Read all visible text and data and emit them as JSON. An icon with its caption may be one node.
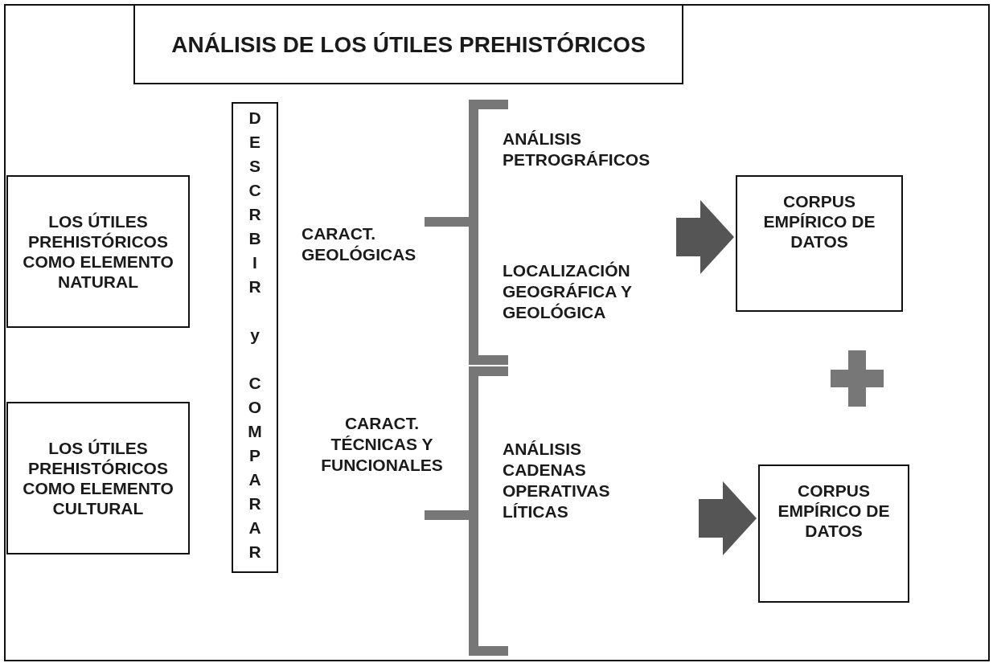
{
  "diagram": {
    "nodes": [
      {
        "text": [
          "ANÁLISIS DE LOS ÚTILES PREHISTÓRICOS"
        ]
      },
      {
        "text": [
          "LOS ÚTILES PREHISTÓRICOS COMO ELEMENTO NATURAL"
        ]
      },
      {
        "text": [
          "LOS ÚTILES PREHISTÓRICOS COMO ELEMENTO CULTURAL"
        ]
      },
      {
        "text": [
          "DESCRBIR y COMPARAR"
        ]
      },
      {
        "text": [
          "CORPUS EMPÍRICO DE DATOS"
        ]
      },
      {
        "text": [
          "CORPUS EMPÍRICO DE DATOS"
        ]
      }
    ],
    "edges": [
      {
        "from": null,
        "to": 4,
        "arrow": "to"
      },
      {
        "from": null,
        "to": 5,
        "arrow": "to"
      }
    ],
    "labels": [
      "ANÁLISIS PETROGRÁFICOS",
      "CARACT. GEOLÓGICAS",
      "LOCALIZACIÓN GEOGRÁFICA Y GEOLÓGICA",
      "CARACT. TÉCNICAS Y FUNCIONALES",
      "ANÁLISIS CADENAS OPERATIVAS LÍTICAS"
    ]
  }
}
